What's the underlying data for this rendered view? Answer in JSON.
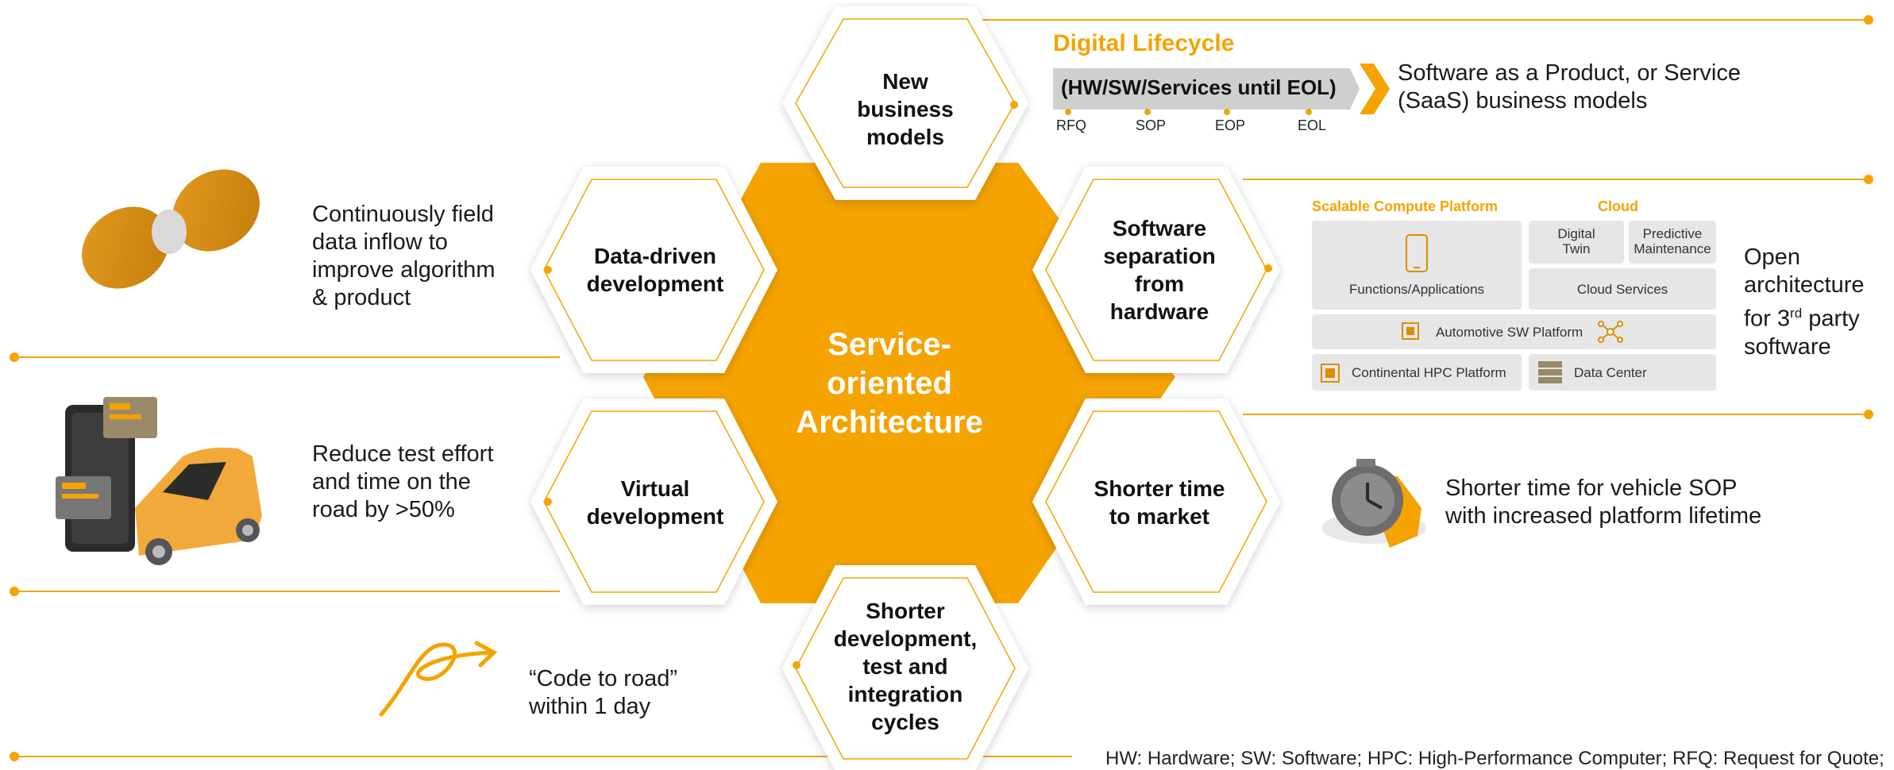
{
  "center": {
    "line1": "Service-",
    "line2": "oriented",
    "line3": "Architecture"
  },
  "hexagons": {
    "new_business": [
      "New",
      "business",
      "models"
    ],
    "data_driven": [
      "Data-driven",
      "development"
    ],
    "software_sep": [
      "Software",
      "separation",
      "from",
      "hardware"
    ],
    "virtual": [
      "Virtual",
      "development"
    ],
    "shorter_ttm": [
      "Shorter time",
      "to market"
    ],
    "shorter_dev": [
      "Shorter",
      "development,",
      "test and",
      "integration",
      "cycles"
    ]
  },
  "lifecycle": {
    "title": "Digital Lifecycle",
    "bar_label": "(HW/SW/Services until EOL)",
    "milestones": [
      "RFQ",
      "SOP",
      "EOP",
      "EOL"
    ],
    "result": [
      "Software as a Product, or Service",
      "(SaaS) business models"
    ]
  },
  "benefits": {
    "data_driven": [
      "Continuously field",
      "data inflow to",
      "improve algorithm",
      "& product"
    ],
    "virtual": [
      "Reduce test effort",
      "and time on the",
      "road by >50%"
    ],
    "code_to_road": [
      "“Code to road”",
      "within 1 day"
    ],
    "time_to_market": [
      "Shorter time for vehicle SOP",
      "with increased platform lifetime"
    ],
    "open_arch": {
      "line1": "Open",
      "line2": "architecture",
      "line3_pre": "for 3",
      "line3_sup": "rd",
      "line3_post": " party",
      "line4": "software"
    }
  },
  "platform": {
    "scalable_title": "Scalable Compute Platform",
    "cloud_title": "Cloud",
    "functions": "Functions/Applications",
    "digital_twin": [
      "Digital",
      "Twin"
    ],
    "predictive": [
      "Predictive",
      "Maintenance"
    ],
    "cloud_services": "Cloud Services",
    "auto_sw": "Automotive SW Platform",
    "hpc": "Continental HPC Platform",
    "data_center": "Data Center"
  },
  "footnote": "HW: Hardware; SW: Software; HPC: High-Performance Computer; RFQ: Request for Quote;",
  "colors": {
    "accent": "#f5a300",
    "accent_dark": "#d98e00",
    "gray_box": "#e6e6e6",
    "arrow_gray": "#cccccc"
  }
}
